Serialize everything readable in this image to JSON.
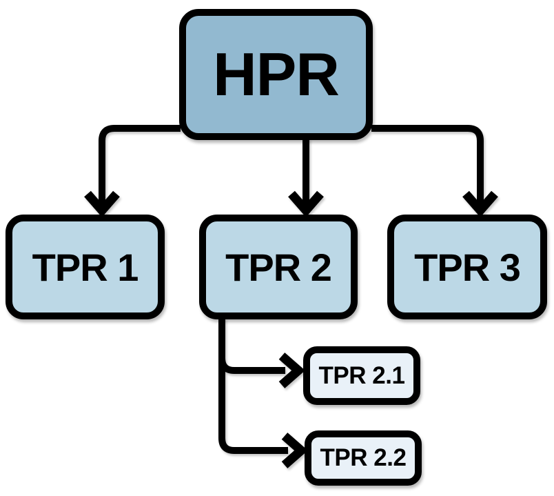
{
  "diagram": {
    "type": "hierarchy-tree",
    "background": "#ffffff",
    "line_color": "#000000",
    "text_color": "#000000",
    "nodes": {
      "hpr": {
        "label": "HPR",
        "level": 1,
        "fill": "#92b9d0"
      },
      "tpr1": {
        "label": "TPR 1",
        "level": 2,
        "fill": "#bcd8e6"
      },
      "tpr2": {
        "label": "TPR 2",
        "level": 2,
        "fill": "#bcd8e6"
      },
      "tpr3": {
        "label": "TPR 3",
        "level": 2,
        "fill": "#bcd8e6"
      },
      "tpr21": {
        "label": "TPR 2.1",
        "level": 3,
        "fill": "#e9f1f8"
      },
      "tpr22": {
        "label": "TPR 2.2",
        "level": 3,
        "fill": "#e9f1f8"
      }
    },
    "edges": [
      {
        "from": "HPR",
        "to": "TPR 1",
        "style": "elbow-down-arrow"
      },
      {
        "from": "HPR",
        "to": "TPR 2",
        "style": "straight-down-arrow"
      },
      {
        "from": "HPR",
        "to": "TPR 3",
        "style": "elbow-down-arrow"
      },
      {
        "from": "TPR 2",
        "to": "TPR 2.1",
        "style": "elbow-right-arrow"
      },
      {
        "from": "TPR 2",
        "to": "TPR 2.2",
        "style": "elbow-right-arrow"
      }
    ]
  }
}
